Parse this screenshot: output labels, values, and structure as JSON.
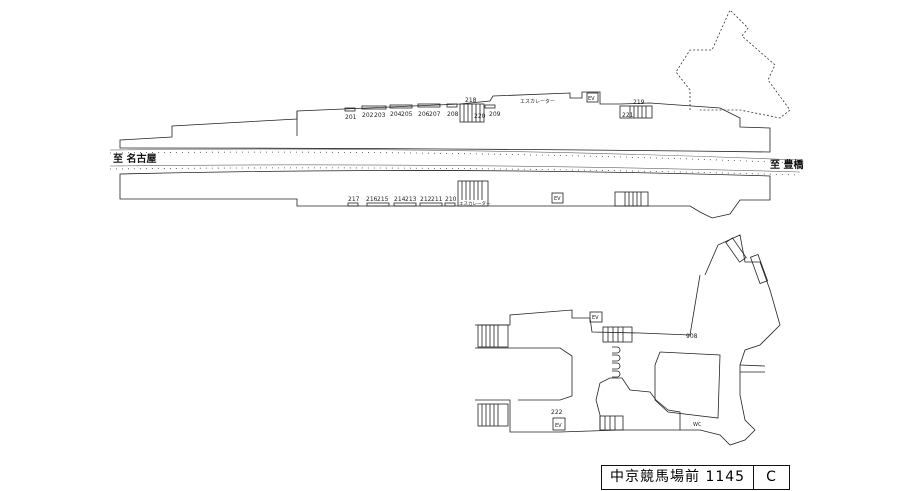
{
  "directions": {
    "left": "至 名古屋",
    "right": "至 豊橋"
  },
  "upper_platform": {
    "exits": [
      "201",
      "202",
      "203",
      "204",
      "205",
      "206",
      "207",
      "208",
      "209",
      "218",
      "220",
      "219",
      "221"
    ],
    "escalator_label": "エスカレーター",
    "elevator_label": "EV"
  },
  "lower_platform": {
    "exits": [
      "217",
      "216",
      "215",
      "214",
      "213",
      "212",
      "211",
      "210"
    ],
    "escalator_label": "エスカレーター",
    "elevator_label": "EV"
  },
  "concourse": {
    "elevator_top": "EV",
    "elevator_bottom": "EV",
    "exit_908": "908",
    "exit_222": "222",
    "toilet": "WC"
  },
  "title": {
    "station": "中京競馬場前",
    "code": "1145",
    "sheet": "C"
  }
}
